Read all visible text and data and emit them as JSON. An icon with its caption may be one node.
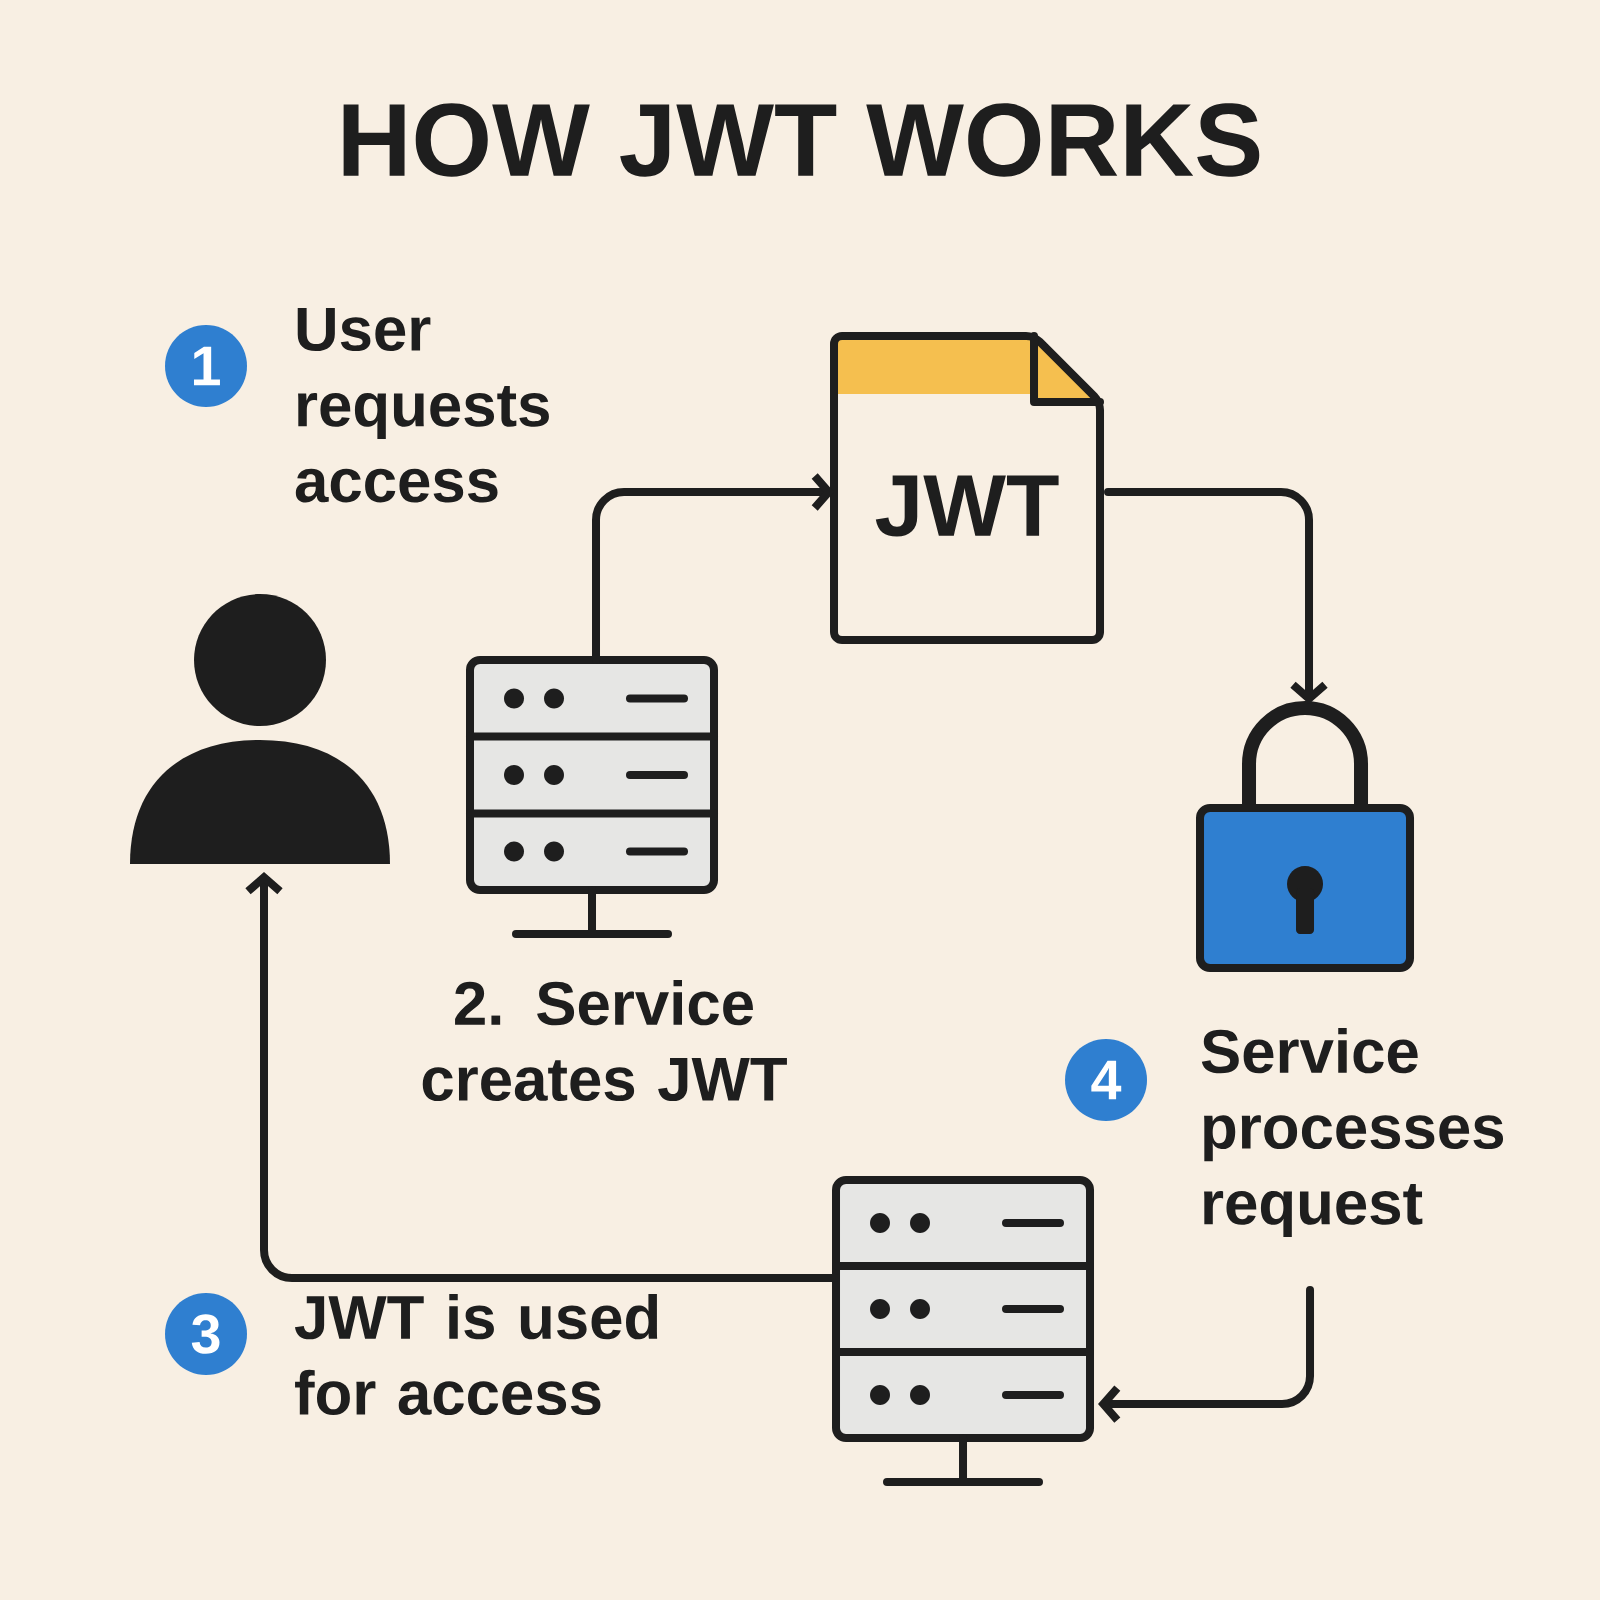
{
  "diagram": {
    "title": "HOW JWT WORKS",
    "nodes": [
      {
        "text": [],
        "shape": "person"
      },
      {
        "text": [],
        "shape": "server"
      },
      {
        "text": [
          "JWT"
        ]
      },
      {
        "text": [],
        "shape": "lock"
      },
      {
        "text": [],
        "shape": "server"
      },
      {
        "text": [
          "1"
        ],
        "beside": [
          "User requests access"
        ]
      },
      {
        "text": [
          "3"
        ],
        "beside": [
          "JWT is used for access"
        ]
      },
      {
        "text": [
          "4"
        ],
        "beside": [
          "Service processes request"
        ]
      }
    ],
    "edges": [
      {
        "from": 1,
        "to": 2,
        "arrow": "to"
      },
      {
        "from": 2,
        "to": 3,
        "arrow": "to"
      },
      {
        "from": null,
        "to": 4,
        "arrow": "to"
      },
      {
        "from": 4,
        "to": 0,
        "arrow": "to"
      }
    ],
    "labels": [
      "2. Service creates JWT"
    ]
  }
}
